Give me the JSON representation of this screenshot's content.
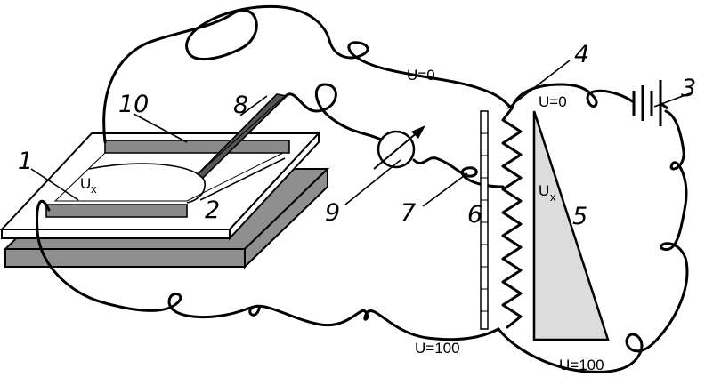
{
  "part_numbers": {
    "n1": "1",
    "n2": "2",
    "n3": "3",
    "n4": "4",
    "n5": "5",
    "n6": "6",
    "n7": "7",
    "n8": "8",
    "n9": "9",
    "n10": "10"
  },
  "voltage_labels": {
    "top_wire": "U=0",
    "rheostat_top": "U=0",
    "rheostat_bottom": "U=100",
    "triangle_bottom": "U=100"
  },
  "ux_label": {
    "main": "U",
    "sub": "x"
  },
  "colors": {
    "ink": "#000000",
    "electrode": "#8a8a8a",
    "triangle_fill": "#dcdcdc",
    "plate": "#ffffff",
    "base": "#8f8f8f"
  }
}
